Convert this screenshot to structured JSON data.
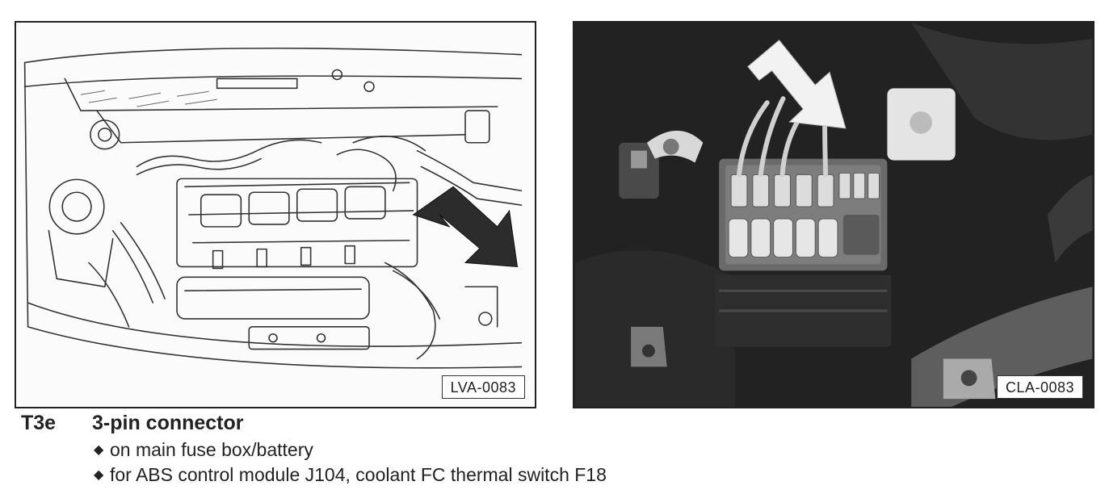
{
  "figures": [
    {
      "label": "LVA-0083",
      "kind": "line-drawing"
    },
    {
      "label": "CLA-0083",
      "kind": "photograph"
    }
  ],
  "caption": {
    "code": "T3e",
    "title": "3-pin connector",
    "bullet_glyph": "◆",
    "bullets": [
      "on main fuse box/battery",
      "for ABS control module J104, coolant FC thermal switch F18"
    ]
  },
  "colors": {
    "ink": "#222222",
    "photo_dark": "#1e1e1e",
    "photo_light": "#e6e6e6"
  }
}
